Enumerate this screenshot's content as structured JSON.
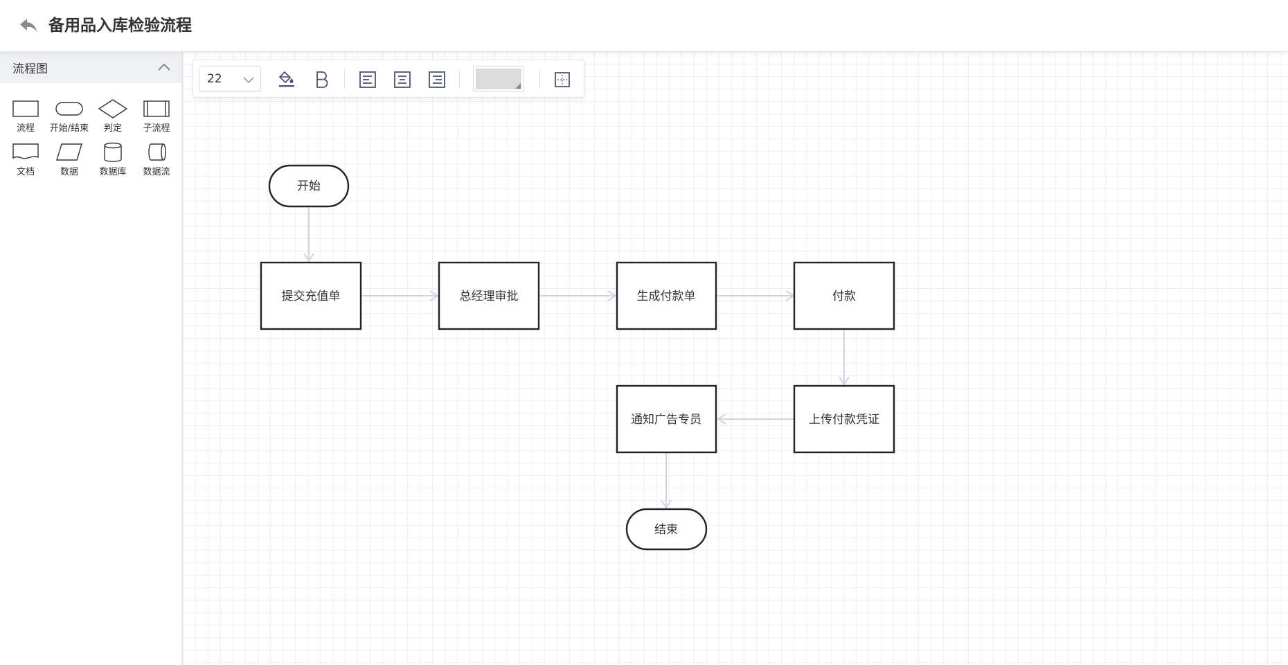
{
  "header": {
    "title": "备用品入库检验流程",
    "back_icon": "back-arrow-icon"
  },
  "sidebar": {
    "section_title": "流程图",
    "collapse_icon": "chevron-up-icon",
    "shapes": [
      {
        "label": "流程",
        "icon": "process-shape-icon"
      },
      {
        "label": "开始/结束",
        "icon": "terminal-shape-icon"
      },
      {
        "label": "判定",
        "icon": "decision-shape-icon"
      },
      {
        "label": "子流程",
        "icon": "subprocess-shape-icon"
      },
      {
        "label": "文档",
        "icon": "document-shape-icon"
      },
      {
        "label": "数据",
        "icon": "data-shape-icon"
      },
      {
        "label": "数据库",
        "icon": "database-shape-icon"
      },
      {
        "label": "数据流",
        "icon": "dataflow-shape-icon"
      }
    ]
  },
  "toolbar": {
    "font_size": "22",
    "fill_color": "#dcdcdc",
    "icons": [
      "fill-color-icon",
      "bold-icon",
      "align-left-icon",
      "align-center-icon",
      "align-right-icon",
      "border-icon"
    ]
  },
  "diagram": {
    "line_color": "#d2d3e4",
    "border_color": "#222222",
    "nodes": {
      "start": "开始",
      "submit": "提交充值单",
      "approve": "总经理审批",
      "generate": "生成付款单",
      "pay": "付款",
      "upload": "上传付款凭证",
      "notify": "通知广告专员",
      "end": "结束"
    }
  }
}
